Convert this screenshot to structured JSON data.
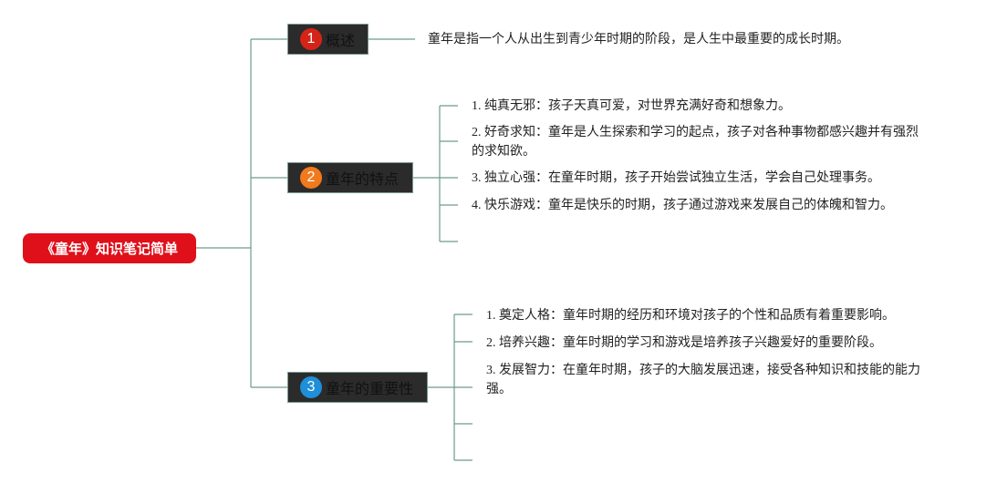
{
  "root": {
    "title": "《童年》知识笔记简单"
  },
  "colors": {
    "root": "#e0101a",
    "badge1": "#d42418",
    "badge2": "#f07a1c",
    "badge3": "#1e8fd8",
    "line": "#6f9a8f",
    "node_bg": "#2b2b2b"
  },
  "branches": [
    {
      "badge": "1",
      "label": "概述",
      "items": [
        "童年是指一个人从出生到青少年时期的阶段，是人生中最重要的成长时期。"
      ]
    },
    {
      "badge": "2",
      "label": "童年的特点",
      "items": [
        "1. 纯真无邪：孩子天真可爱，对世界充满好奇和想象力。",
        "2. 好奇求知：童年是人生探索和学习的起点，孩子对各种事物都感兴趣并有强烈的求知欲。",
        "3. 独立心强：在童年时期，孩子开始尝试独立生活，学会自己处理事务。",
        "4. 快乐游戏：童年是快乐的时期，孩子通过游戏来发展自己的体魄和智力。"
      ]
    },
    {
      "badge": "3",
      "label": "童年的重要性",
      "items": [
        "1. 奠定人格：童年时期的经历和环境对孩子的个性和品质有着重要影响。",
        "2. 培养兴趣：童年时期的学习和游戏是培养孩子兴趣爱好的重要阶段。",
        "3. 发展智力：在童年时期，孩子的大脑发展迅速，接受各种知识和技能的能力强。"
      ]
    }
  ]
}
